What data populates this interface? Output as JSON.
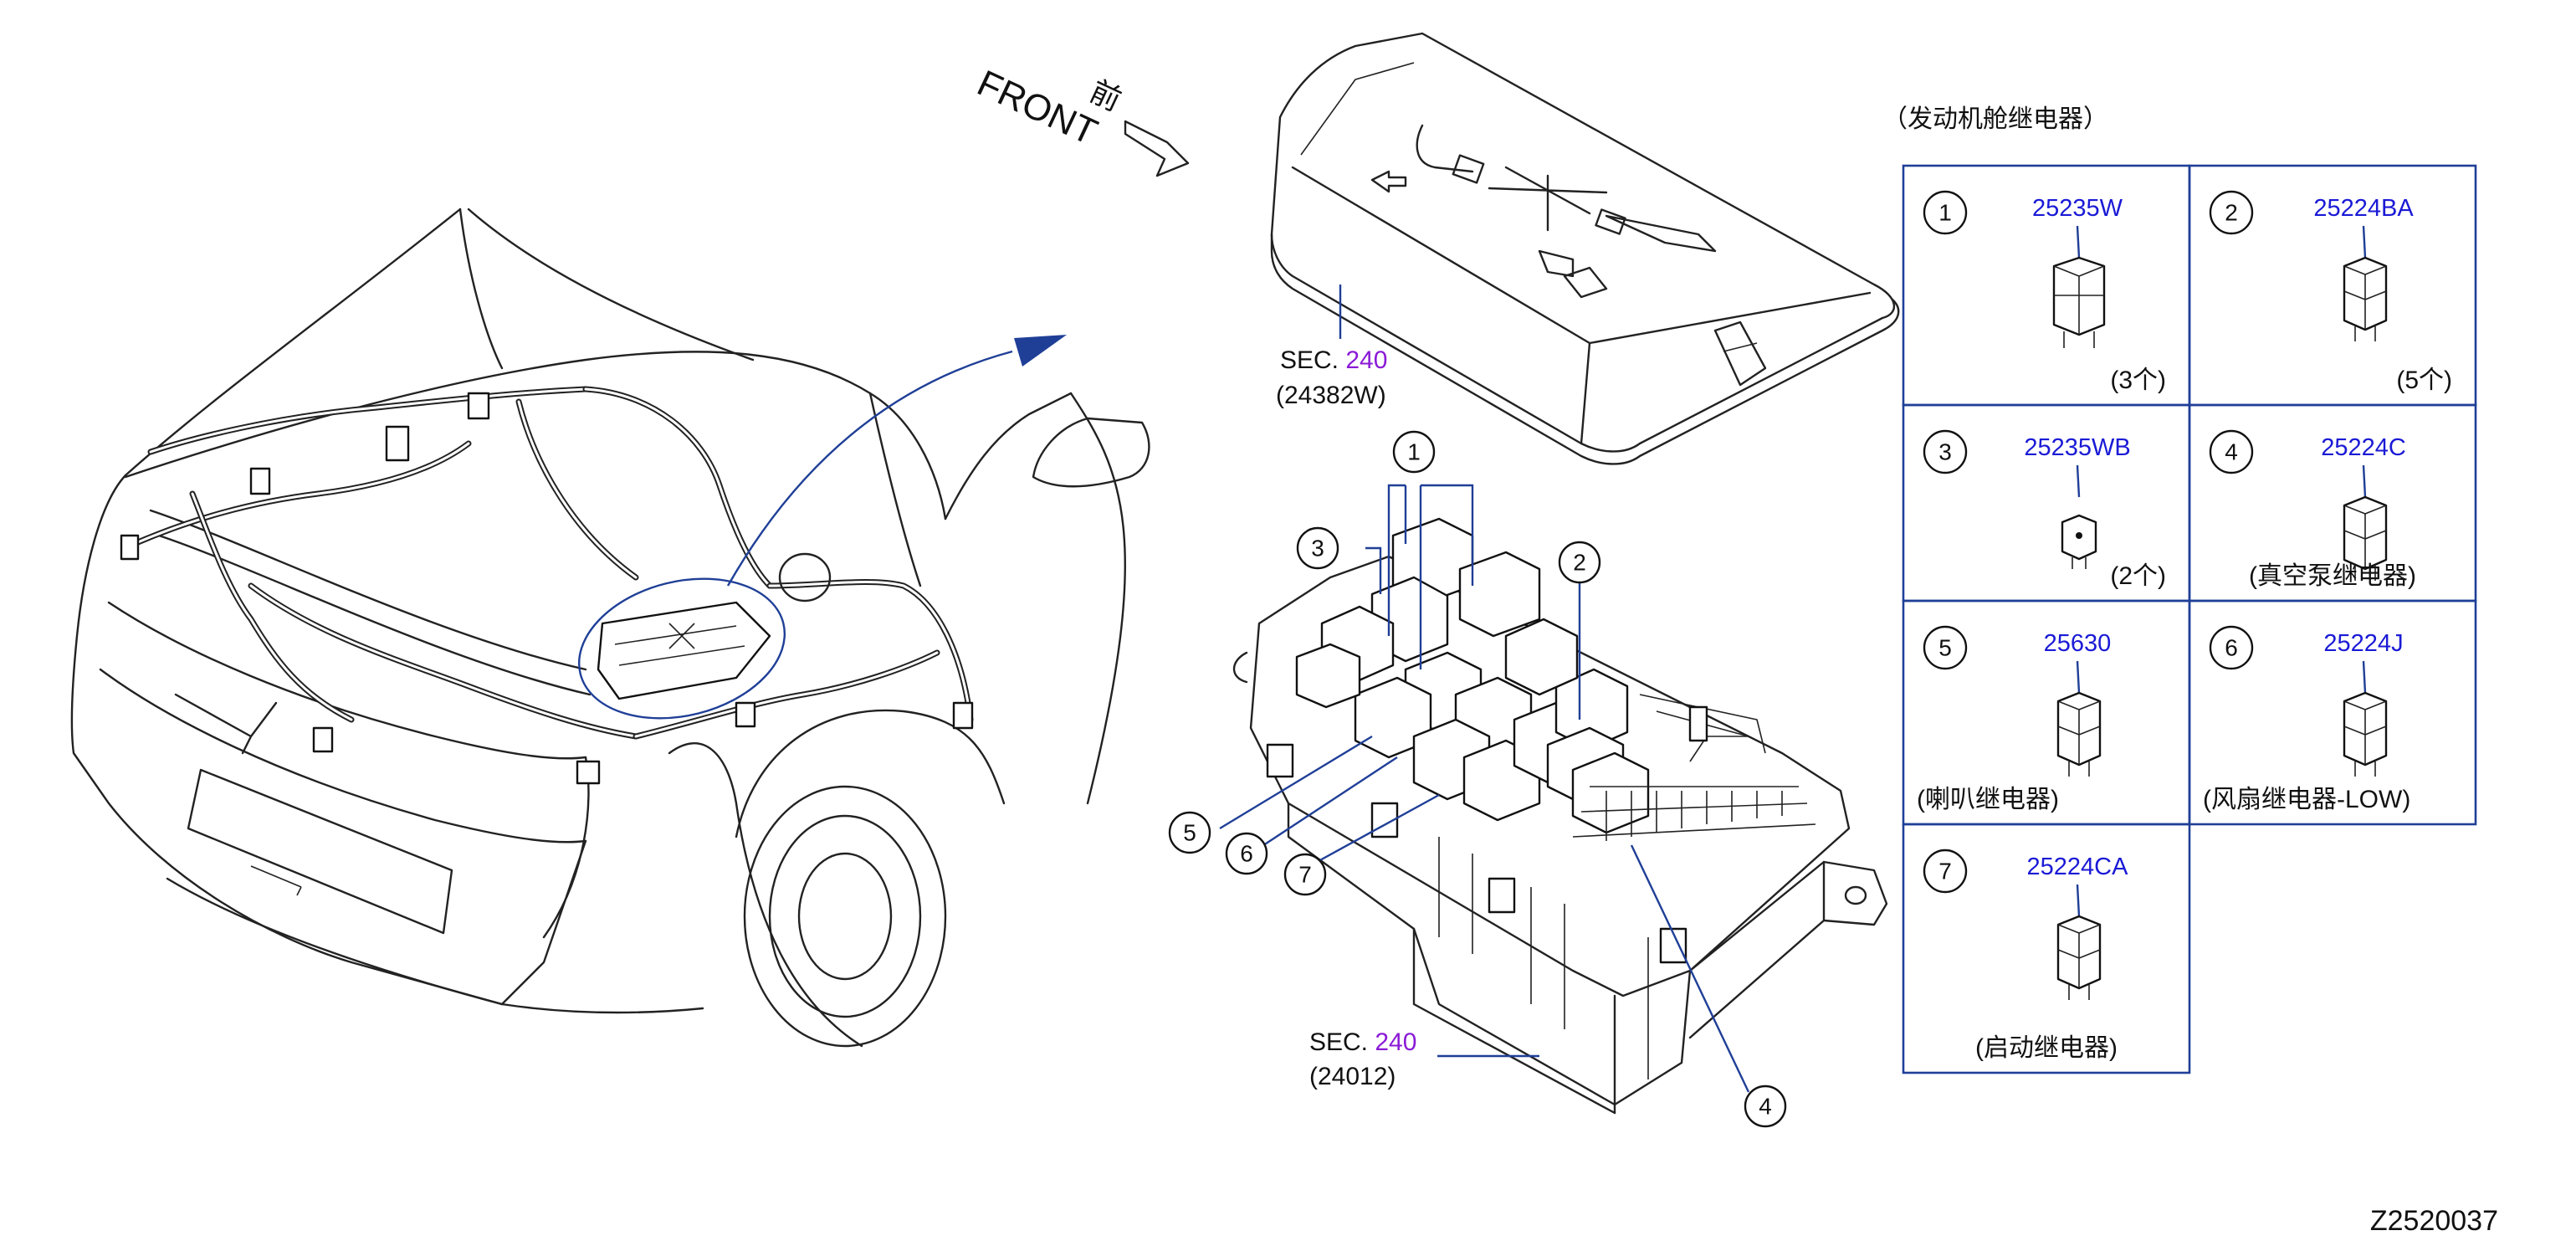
{
  "front_label": "FRONT",
  "front_chinese": "前",
  "cover_ref": {
    "sec_prefix": "SEC.",
    "sec_number": "240",
    "part": "(24382W)"
  },
  "box_ref": {
    "sec_prefix": "SEC.",
    "sec_number": "240",
    "part": "(24012)"
  },
  "table_title": "（发动机舱继电器）",
  "relays": [
    {
      "num": "1",
      "part": "25235W",
      "note": "(3个)"
    },
    {
      "num": "2",
      "part": "25224BA",
      "note": "(5个)"
    },
    {
      "num": "3",
      "part": "25235WB",
      "note": "(2个)"
    },
    {
      "num": "4",
      "part": "25224C",
      "note": "(真空泵继电器)"
    },
    {
      "num": "5",
      "part": "25630",
      "note": "(喇叭继电器)"
    },
    {
      "num": "6",
      "part": "25224J",
      "note": "(风扇继电器-LOW)"
    },
    {
      "num": "7",
      "part": "25224CA",
      "note": "(启动继电器)"
    }
  ],
  "drawing_code": "Z2520037",
  "colors": {
    "line": "#222222",
    "blue": "#1f3f97",
    "part_number": "#1a1ad6",
    "sec_number": "#8a1ad6"
  }
}
